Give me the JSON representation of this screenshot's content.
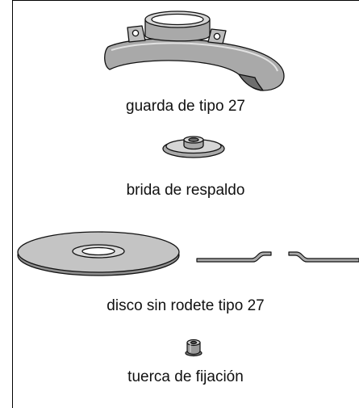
{
  "parts": [
    {
      "id": "guard",
      "icon": "type-27-guard-icon",
      "label": "guarda de tipo 27"
    },
    {
      "id": "flange",
      "icon": "backing-flange-icon",
      "label": "brida de respaldo"
    },
    {
      "id": "wheel",
      "icon": "depressed-center-wheel-icon",
      "label": "disco sin rodete tipo 27"
    },
    {
      "id": "nut",
      "icon": "clamp-nut-icon",
      "label": "tuerca de fijación"
    }
  ],
  "colors": {
    "part_fill": "#a9a9a9",
    "part_light": "#d6d6d6",
    "part_dark": "#6e6e6e",
    "outline": "#111111"
  }
}
